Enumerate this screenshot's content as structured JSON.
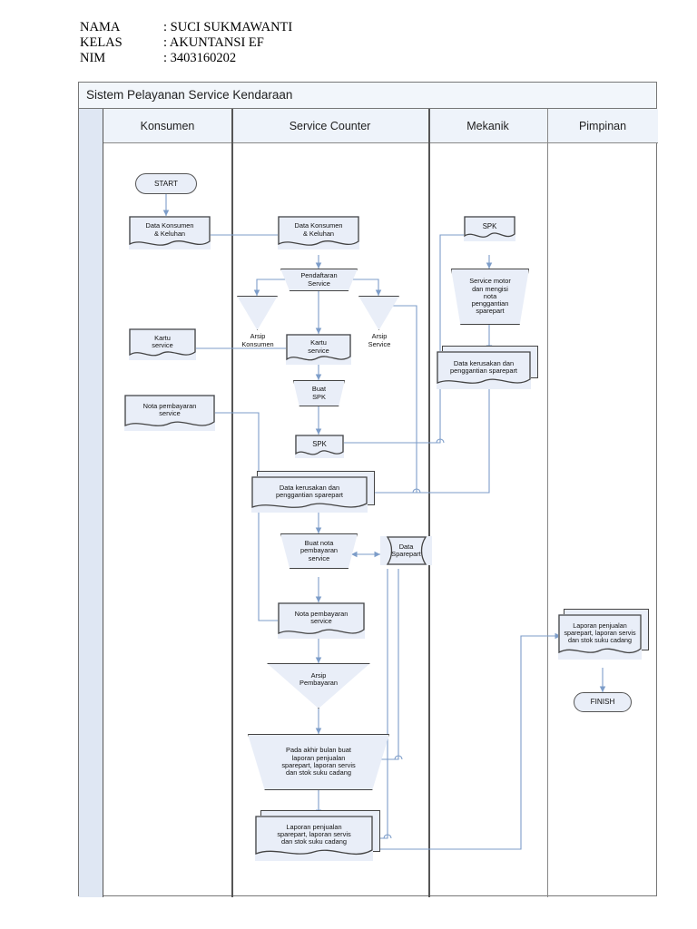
{
  "header": {
    "rows": [
      {
        "label": "NAMA",
        "value": ": SUCI SUKMAWANTI"
      },
      {
        "label": "KELAS",
        "value": ": AKUNTANSI EF"
      },
      {
        "label": "NIM",
        "value": ": 3403160202"
      }
    ]
  },
  "diagram": {
    "title": "Sistem Pelayanan Service Kendaraan",
    "lanes": [
      {
        "name": "konsumen",
        "label": "Konsumen"
      },
      {
        "name": "service-counter",
        "label": "Service Counter"
      },
      {
        "name": "mekanik",
        "label": "Mekanik"
      },
      {
        "name": "pimpinan",
        "label": "Pimpinan"
      }
    ],
    "colors": {
      "shape_fill": "#e9eef8",
      "shape_stroke": "#444444",
      "connector": "#7d9dc9",
      "lane_header_fill": "#eef3fa",
      "lane_spacer_fill": "#dfe7f3",
      "title_fill": "#f2f6fb"
    },
    "nodes": {
      "start": "START",
      "k_data_konsumen": "Data Konsumen\n& Keluhan",
      "sc_data_konsumen": "Data Konsumen\n& Keluhan",
      "pendaftaran": "Pendaftaran\nService",
      "arsip_konsumen": "Arsip\nKonsumen",
      "arsip_service": "Arsip\nService",
      "sc_kartu_service": "Kartu\nservice",
      "k_kartu_service": "Kartu\nservice",
      "buat_spk": "Buat\nSPK",
      "sc_spk": "SPK",
      "mk_spk": "SPK",
      "service_motor": "Service motor\ndan mengisi\nnota\npenggantian\nsparepart",
      "mk_data_kerusakan": "Data kerusakan dan\npenggantian sparepart",
      "sc_data_kerusakan": "Data kerusakan dan\npenggantian sparepart",
      "buat_nota": "Buat nota\npembayaran\nservice",
      "data_sparepart": "Data\nSparepart",
      "sc_nota_pembayaran": "Nota pembayaran\nservice",
      "k_nota_pembayaran": "Nota pembayaran\nservice",
      "arsip_pembayaran": "Arsip\nPembayaran",
      "akhir_bulan": "Pada akhir bulan buat\nlaporan penjualan\nsparepart, laporan servis\ndan stok suku cadang",
      "sc_laporan": "Laporan penjualan\nsparepart, laporan servis\ndan stok suku cadang",
      "pm_laporan": "Laporan penjualan\nsparepart, laporan servis\ndan stok suku cadang",
      "finish": "FINISH"
    }
  }
}
